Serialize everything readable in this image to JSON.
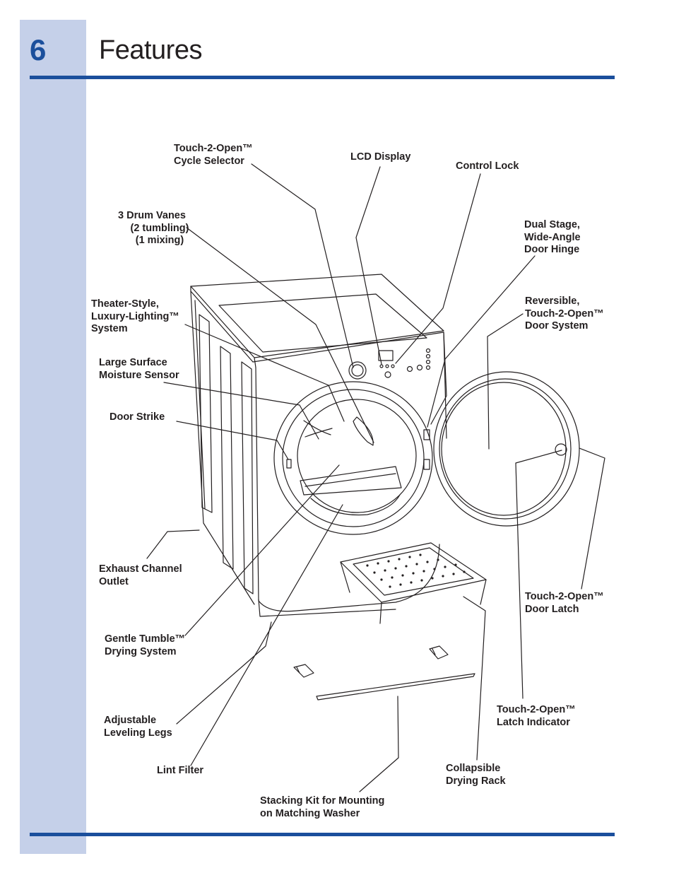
{
  "page": {
    "number": "6",
    "title": "Features",
    "colors": {
      "band": "#c5d0e9",
      "accent": "#1b4f9c",
      "ink": "#231f20"
    }
  },
  "labels": {
    "cycle_selector": [
      "Touch-2-Open™",
      "Cycle Selector"
    ],
    "lcd_display": [
      "LCD Display"
    ],
    "control_lock": [
      "Control Lock"
    ],
    "drum_vanes": [
      "3 Drum Vanes",
      "(2 tumbling)",
      "(1 mixing)"
    ],
    "door_hinge": [
      "Dual Stage,",
      "Wide-Angle",
      "Door Hinge"
    ],
    "theater_lighting": [
      "Theater-Style,",
      "Luxury-Lighting™",
      "System"
    ],
    "reversible_door": [
      "Reversible,",
      "Touch-2-Open™",
      "Door System"
    ],
    "moisture_sensor": [
      "Large Surface",
      "Moisture Sensor"
    ],
    "door_strike": [
      "Door Strike"
    ],
    "exhaust_outlet": [
      "Exhaust Channel",
      "Outlet"
    ],
    "door_latch": [
      "Touch-2-Open™",
      "Door Latch"
    ],
    "gentle_tumble": [
      "Gentle Tumble™",
      "Drying System"
    ],
    "leveling_legs": [
      "Adjustable",
      "Leveling Legs"
    ],
    "latch_indicator": [
      "Touch-2-Open™",
      "Latch Indicator"
    ],
    "lint_filter": [
      "Lint Filter"
    ],
    "drying_rack": [
      "Collapsible",
      "Drying Rack"
    ],
    "stacking_kit": [
      "Stacking Kit for Mounting",
      "on Matching Washer"
    ]
  }
}
